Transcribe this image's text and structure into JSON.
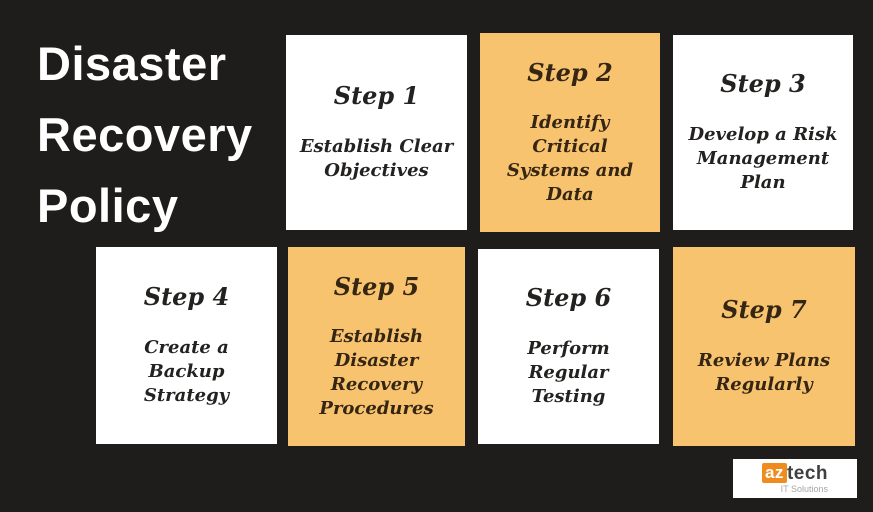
{
  "title": {
    "lines": [
      "Disaster",
      "Recovery",
      "Policy"
    ]
  },
  "colors": {
    "background": "#1e1d1b",
    "card_white": "#ffffff",
    "card_orange": "#f8c36f",
    "text_on_white": "#232220",
    "text_on_orange": "#352613",
    "title_text": "#ffffff",
    "logo_orange": "#ee8c1f",
    "logo_dark": "#404040",
    "logo_gray": "#a5a5a5"
  },
  "steps": [
    {
      "label": "Step 1",
      "description": "Establish Clear Objectives",
      "variant": "white"
    },
    {
      "label": "Step 2",
      "description": "Identify Critical Systems and Data",
      "variant": "orange"
    },
    {
      "label": "Step 3",
      "description": "Develop a Risk Management Plan",
      "variant": "white"
    },
    {
      "label": "Step 4",
      "description": "Create a Backup Strategy",
      "variant": "white"
    },
    {
      "label": "Step 5",
      "description": "Establish Disaster Recovery Procedures",
      "variant": "orange"
    },
    {
      "label": "Step 6",
      "description": "Perform Regular Testing",
      "variant": "white"
    },
    {
      "label": "Step 7",
      "description": "Review Plans Regularly",
      "variant": "orange"
    }
  ],
  "logo": {
    "prefix": "az",
    "suffix": "tech",
    "tagline": "IT Solutions"
  }
}
